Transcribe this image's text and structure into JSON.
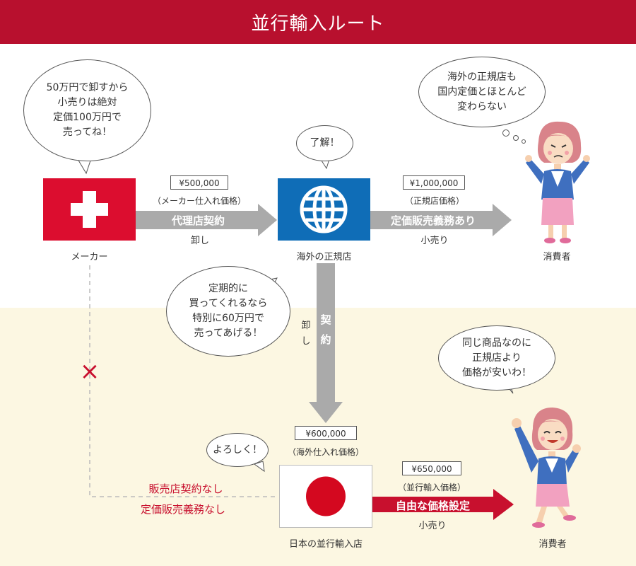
{
  "title": "並行輸入ルート",
  "nodes": {
    "maker": "メーカー",
    "official_store": "海外の正規店",
    "consumer_top": "消費者",
    "parallel_importer": "日本の並行輸入店",
    "consumer_bottom": "消費者"
  },
  "bubbles": {
    "maker": [
      "50万円で卸すから",
      "小売りは絶対",
      "定価100万円で",
      "売ってね！"
    ],
    "store_ack": "了解！",
    "consumer_top": [
      "海外の正規店も",
      "国内定価とほとんど",
      "変わらない"
    ],
    "store_offer": [
      "定期的に",
      "買ってくれるなら",
      "特別に60万円で",
      "売ってあげる！"
    ],
    "importer": "よろしく！",
    "consumer_bottom": [
      "同じ商品なのに",
      "正規店より",
      "価格が安いわ！"
    ]
  },
  "arrows": {
    "maker_to_store": {
      "price": "¥500,000",
      "price_note": "（メーカー仕入れ価格）",
      "label": "代理店契約",
      "sub": "卸し"
    },
    "store_to_consumer": {
      "price": "¥1,000,000",
      "price_note": "（正規店価格）",
      "label": "定価販売義務あり",
      "sub": "小売り"
    },
    "store_to_importer": {
      "label": "契約",
      "side": "卸し",
      "price": "¥600,000",
      "price_note": "（海外仕入れ価格）"
    },
    "importer_to_consumer": {
      "price": "¥650,000",
      "price_note": "（並行輸入価格）",
      "label": "自由な価格設定",
      "sub": "小売り"
    }
  },
  "no_contract": {
    "mark": "×",
    "line1": "販売店契約なし",
    "line2": "定価販売義務なし"
  },
  "colors": {
    "header": "#b8102e",
    "swiss_red": "#dc0d2f",
    "store_blue": "#0f6db7",
    "japan_red": "#d4081f",
    "gray_arrow": "#aaaaaa",
    "red_arrow": "#c8102e",
    "lower_bg": "#fcf7e2"
  }
}
